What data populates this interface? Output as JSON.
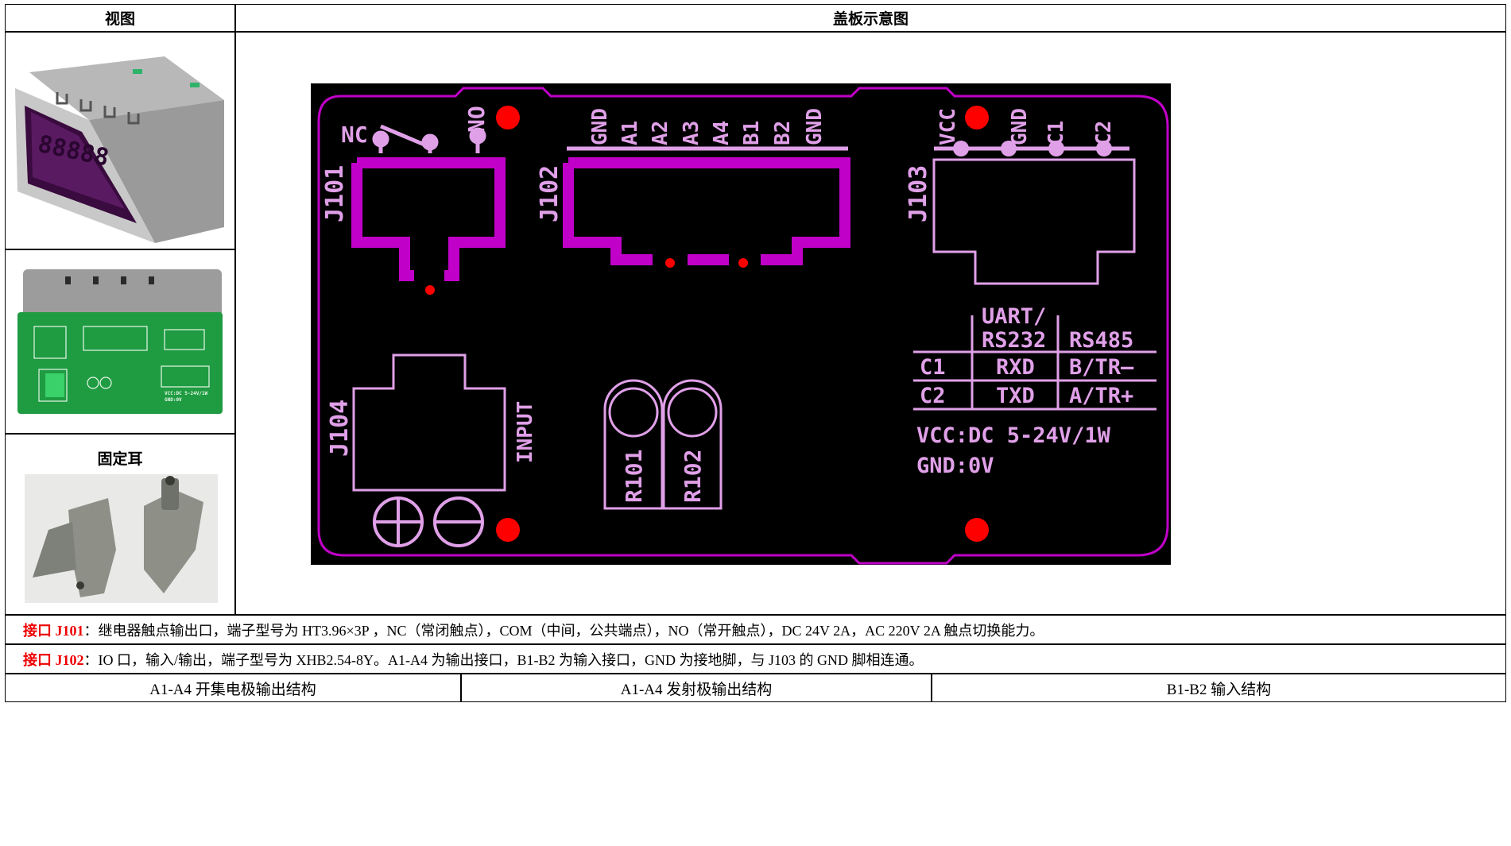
{
  "table": {
    "header_view": "视图",
    "header_cover": "盖板示意图",
    "ear_label": "固定耳"
  },
  "notes": {
    "j101_label": "接口 J101",
    "j101_text": "：继电器触点输出口，端子型号为 HT3.96×3P ，NC（常闭触点），COM（中间，公共端点），NO（常开触点），DC 24V 2A，AC 220V 2A 触点切换能力。",
    "j102_label": "接口 J102",
    "j102_text": "：IO 口，输入/输出，端子型号为 XHB2.54-8Y。A1-A4 为输出接口，B1-B2 为输入接口，GND 为接地脚，与 J103 的 GND 脚相连通。"
  },
  "sections": [
    "A1-A4  开集电极输出结构",
    "A1-A4 发射极输出结构",
    "B1-B2 输入结构"
  ],
  "diagram": {
    "j101": {
      "id": "J101",
      "pins": [
        "NC",
        "NO"
      ]
    },
    "j102": {
      "id": "J102",
      "pins": [
        "GND",
        "A1",
        "A2",
        "A3",
        "A4",
        "B1",
        "B2",
        "GND"
      ]
    },
    "j103": {
      "id": "J103",
      "pins": [
        "VCC",
        "GND",
        "C1",
        "C2"
      ]
    },
    "j104": {
      "id": "J104",
      "label": "INPUT"
    },
    "r101": "R101",
    "r102": "R102",
    "comm_table": {
      "col_uart_1": "UART/",
      "col_uart_2": "RS232",
      "col_rs485": "RS485",
      "row_c1": "C1",
      "row_c2": "C2",
      "c1_uart": "RXD",
      "c2_uart": "TXD",
      "c1_rs485": "B/TR—",
      "c2_rs485": "A/TR+"
    },
    "power_vcc": "VCC:DC 5-24V/1W",
    "power_gnd": "GND:0V",
    "colors": {
      "trace": "#c000c8",
      "silk": "#e0a0e8",
      "dot": "#ff0000",
      "board": "#000000"
    }
  }
}
